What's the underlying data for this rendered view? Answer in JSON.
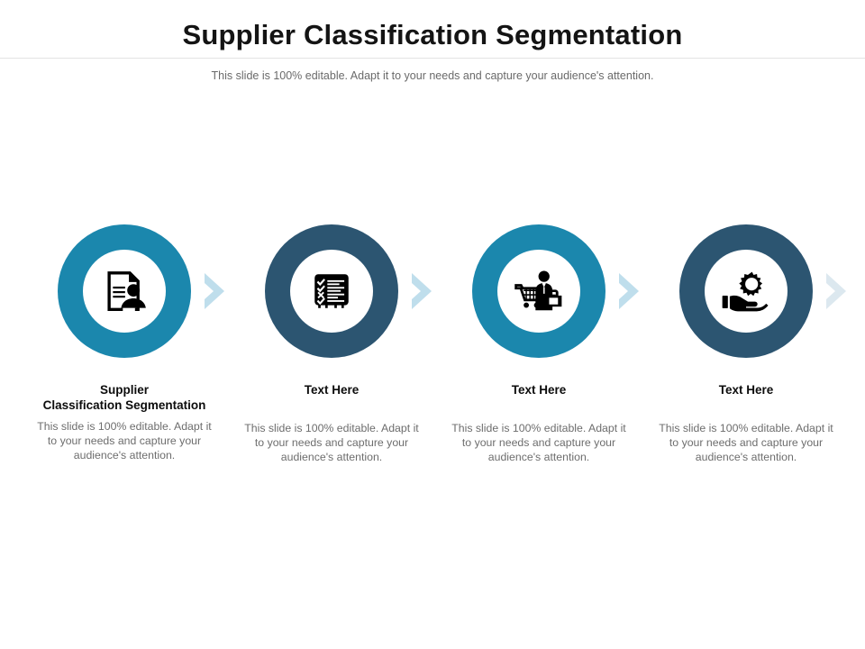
{
  "header": {
    "title": "Supplier Classification Segmentation",
    "subtitle": "This slide is 100% editable. Adapt it to your needs and capture your audience's attention."
  },
  "theme": {
    "ring_teal": "#1b87ad",
    "ring_slate": "#2c5571",
    "chevron_light": "#bfdeec",
    "chevron_pale": "#dce8ef",
    "icon_color": "#000000",
    "title_color": "#141414",
    "body_color": "#6d6d6d",
    "rule_color": "#e3e3e3",
    "background": "#ffffff"
  },
  "columns": [
    {
      "heading": "Supplier\nClassification Segmentation",
      "heading_line1": "Supplier",
      "heading_line2": "Classification Segmentation",
      "body": "This slide is 100% editable. Adapt it to your needs and capture your audience's attention.",
      "icon": "document-person-icon",
      "ring_color": "#1b87ad",
      "chevron_color": "#bfdeec"
    },
    {
      "heading": "Text Here",
      "heading_line1": "Text Here",
      "heading_line2": "",
      "body": "This slide is 100% editable. Adapt it to your needs and capture your audience's attention.",
      "icon": "checklist-icon",
      "ring_color": "#2c5571",
      "chevron_color": "#bfdeec"
    },
    {
      "heading": "Text Here",
      "heading_line1": "Text Here",
      "heading_line2": "",
      "body": "This slide is 100% editable. Adapt it to your needs and capture your audience's attention.",
      "icon": "shopping-cart-businessman-icon",
      "ring_color": "#1b87ad",
      "chevron_color": "#bfdeec"
    },
    {
      "heading": "Text Here",
      "heading_line1": "Text Here",
      "heading_line2": "",
      "body": "This slide is 100% editable. Adapt it to your needs and capture your audience's attention.",
      "icon": "hand-gear-icon",
      "ring_color": "#2c5571",
      "chevron_color": "#dce8ef"
    }
  ]
}
